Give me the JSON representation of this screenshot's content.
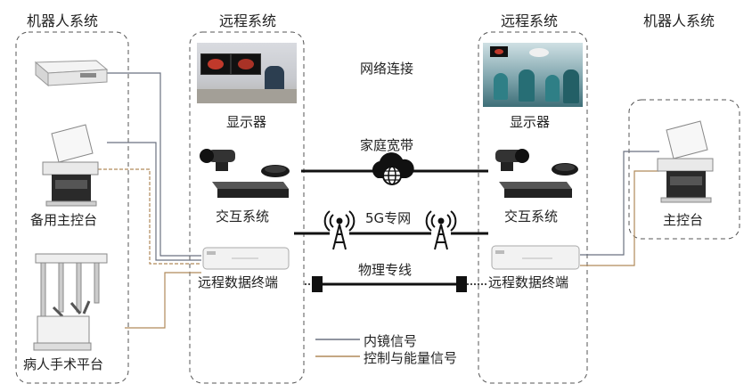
{
  "groups": {
    "robot_left": "机器人系统",
    "remote_left": "远程系统",
    "remote_right": "远程系统",
    "robot_right": "机器人系统"
  },
  "labels": {
    "backup_console": "备用主控台",
    "patient_platform": "病人手术平台",
    "display_left": "显示器",
    "display_right": "显示器",
    "interaction_left": "交互系统",
    "interaction_right": "交互系统",
    "terminal_left": "远程数据终端",
    "terminal_right": "远程数据终端",
    "main_console": "主控台"
  },
  "network": {
    "title": "网络连接",
    "broadband": "家庭宽带",
    "fiveg": "5G专网",
    "dedicated": "物理专线"
  },
  "legend": {
    "endoscope": "内镜信号",
    "control": "控制与能量信号"
  },
  "colors": {
    "endoscope_line": "#6b7280",
    "control_line": "#b08a5a",
    "dash_border": "#555555"
  }
}
